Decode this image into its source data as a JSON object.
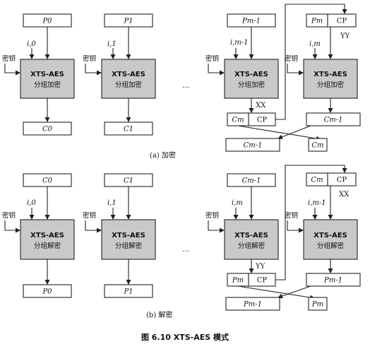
{
  "encrypt": {
    "inputs": [
      "P0",
      "P1",
      "Pm-1"
    ],
    "tweaks": [
      "i,0",
      "i,1",
      "i,m-1",
      "i,m"
    ],
    "key_label": "密钥",
    "cipher_line1": "XTS-AES",
    "cipher_line2": "分组加密",
    "outputs": [
      "C0",
      "C1"
    ],
    "cm": "Cm",
    "cp": "CP",
    "pm": "Pm",
    "cm1": "Cm-1",
    "xx": "XX",
    "yy": "YY",
    "caption": "(a) 加密"
  },
  "decrypt": {
    "inputs": [
      "C0",
      "C1",
      "Cm-1"
    ],
    "tweaks": [
      "i,0",
      "i,1",
      "i,m",
      "i,m-1"
    ],
    "key_label": "密钥",
    "cipher_line1": "XTS-AES",
    "cipher_line2": "分组解密",
    "outputs": [
      "P0",
      "P1"
    ],
    "cm": "Cm",
    "cp": "CP",
    "pm": "Pm",
    "pm1": "Pm-1",
    "xx": "XX",
    "yy": "YY",
    "caption": "(b) 解密"
  },
  "ellipsis": "…",
  "figure_caption": "图 6.10    XTS-AES 模式"
}
